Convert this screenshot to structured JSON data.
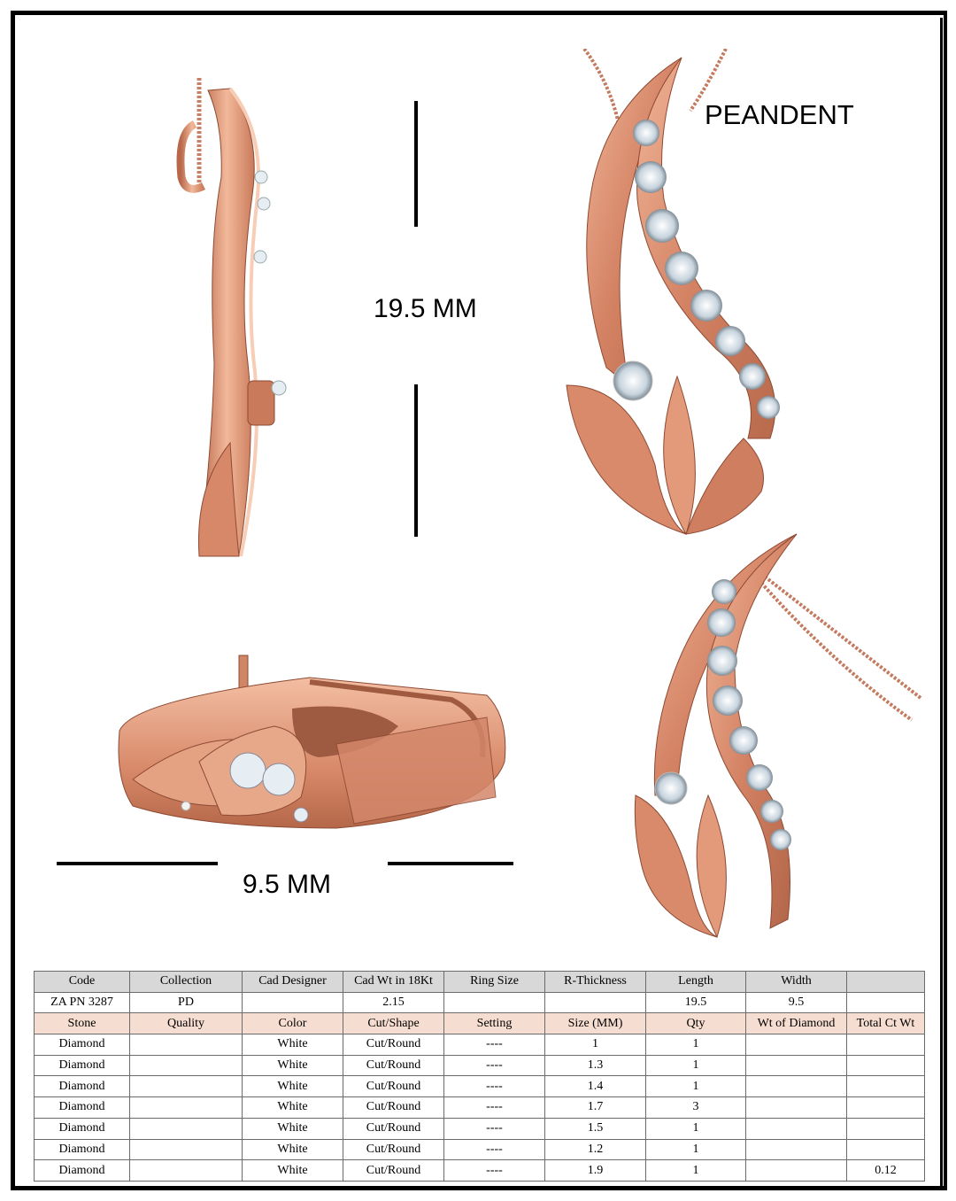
{
  "title": "PEANDENT",
  "dimensions": {
    "height_label": "19.5 MM",
    "width_label": "9.5 MM"
  },
  "colors": {
    "metal": "#d98a6b",
    "metal_dark": "#a85a40",
    "metal_light": "#f4c0a6",
    "diamond": "#e6eef4",
    "header_gray": "#d8d8d8",
    "header_peach": "#f6ddd1"
  },
  "spec_table": {
    "header": [
      "Code",
      "Collection",
      "Cad Designer",
      "Cad Wt in 18Kt",
      "Ring Size",
      "R-Thickness",
      "Length",
      "Width",
      ""
    ],
    "info": [
      "ZA PN 3287",
      "PD",
      "",
      "2.15",
      "",
      "",
      "19.5",
      "9.5",
      ""
    ],
    "stone_header": [
      "Stone",
      "Quality",
      "Color",
      "Cut/Shape",
      "Setting",
      "Size (MM)",
      "Qty",
      "Wt of Diamond",
      "Total Ct Wt"
    ],
    "stones": [
      [
        "Diamond",
        "",
        "White",
        "Cut/Round",
        "----",
        "1",
        "1",
        "",
        ""
      ],
      [
        "Diamond",
        "",
        "White",
        "Cut/Round",
        "----",
        "1.3",
        "1",
        "",
        ""
      ],
      [
        "Diamond",
        "",
        "White",
        "Cut/Round",
        "----",
        "1.4",
        "1",
        "",
        ""
      ],
      [
        "Diamond",
        "",
        "White",
        "Cut/Round",
        "----",
        "1.7",
        "3",
        "",
        ""
      ],
      [
        "Diamond",
        "",
        "White",
        "Cut/Round",
        "----",
        "1.5",
        "1",
        "",
        ""
      ],
      [
        "Diamond",
        "",
        "White",
        "Cut/Round",
        "----",
        "1.2",
        "1",
        "",
        ""
      ],
      [
        "Diamond",
        "",
        "White",
        "Cut/Round",
        "----",
        "1.9",
        "1",
        "",
        "0.12"
      ]
    ]
  }
}
